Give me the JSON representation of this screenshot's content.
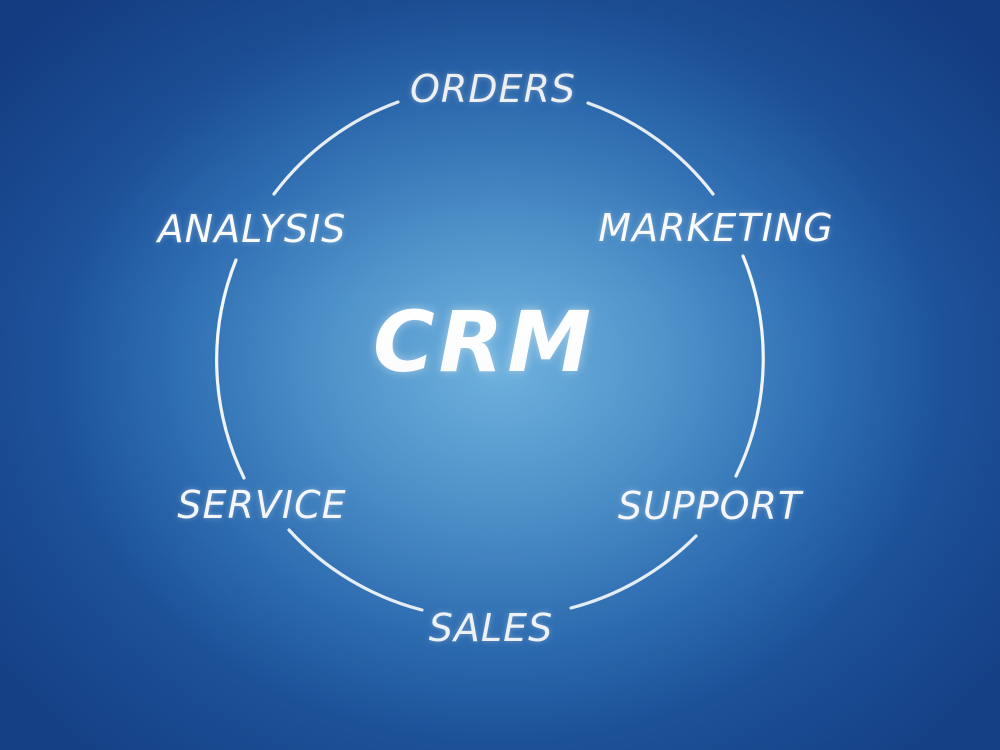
{
  "center_label": "CRM",
  "nodes": [
    {
      "label": "ORDERS"
    },
    {
      "label": "MARKETING"
    },
    {
      "label": "SUPPORT"
    },
    {
      "label": "SALES"
    },
    {
      "label": "SERVICE"
    },
    {
      "label": "ANALYSIS"
    }
  ],
  "colors": {
    "text": "#ffffff",
    "ring": "#ffffff",
    "background_center": "#6fb3df",
    "background_edge": "#153f86"
  }
}
